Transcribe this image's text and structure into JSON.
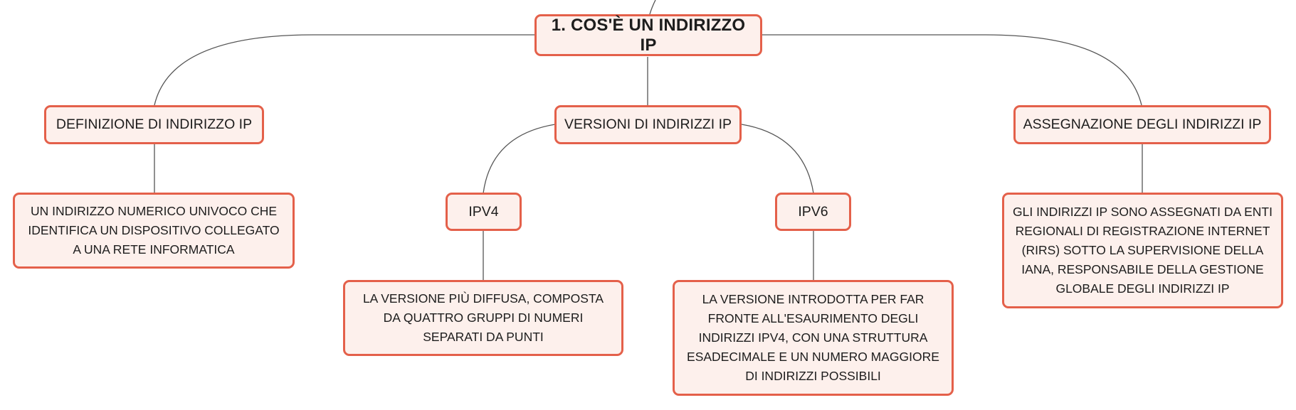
{
  "diagram": {
    "root": {
      "label": "1. COS'È UN INDIRIZZO IP"
    },
    "branches": {
      "definizione": {
        "label": "DEFINIZIONE DI INDIRIZZO IP"
      },
      "versioni": {
        "label": "VERSIONI DI INDIRIZZI IP"
      },
      "assegnazione": {
        "label": "ASSEGNAZIONE DEGLI INDIRIZZI IP"
      }
    },
    "subbranches": {
      "ipv4": {
        "label": "IPV4"
      },
      "ipv6": {
        "label": "IPV6"
      }
    },
    "leaves": {
      "definizione": {
        "text": "UN INDIRIZZO NUMERICO UNIVOCO CHE IDENTIFICA UN DISPOSITIVO COLLEGATO A UNA RETE INFORMATICA"
      },
      "ipv4": {
        "text": "LA VERSIONE PIÙ DIFFUSA, COMPOSTA DA QUATTRO GRUPPI DI NUMERI SEPARATI DA PUNTI"
      },
      "ipv6": {
        "text": "LA VERSIONE INTRODOTTA PER FAR FRONTE ALL'ESAURIMENTO DEGLI INDIRIZZI IPV4, CON UNA STRUTTURA ESADECIMALE E UN NUMERO MAGGIORE DI INDIRIZZI POSSIBILI"
      },
      "assegnazione": {
        "text": "GLI INDIRIZZI IP SONO ASSEGNATI DA ENTI REGIONALI DI REGISTRAZIONE INTERNET (RIRS) SOTTO LA SUPERVISIONE DELLA IANA, RESPONSABILE DELLA GESTIONE GLOBALE DEGLI INDIRIZZI IP"
      }
    },
    "colors": {
      "node_border": "#e4604a",
      "node_fill": "#fdf0ec",
      "connector": "#555555",
      "text": "#1d1d1d"
    }
  }
}
